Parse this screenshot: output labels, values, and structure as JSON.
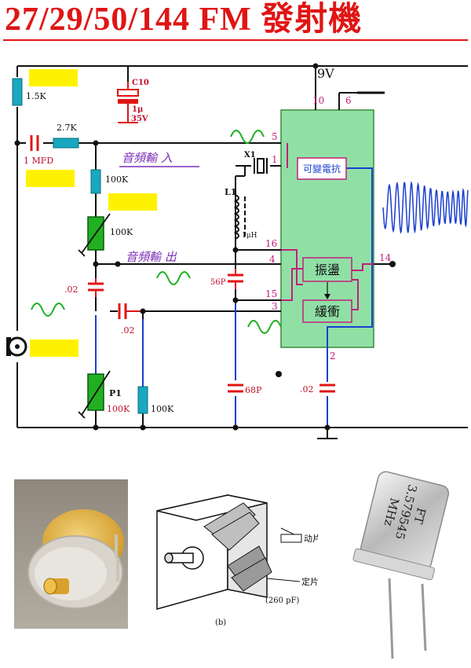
{
  "title": "27/29/50/144 FM 發射機",
  "supply": {
    "voltage": "9V"
  },
  "ic_pins": {
    "p10": "10",
    "p6": "6",
    "p5": "5",
    "p1": "1",
    "p16": "16",
    "p4": "4",
    "p15": "15",
    "p3": "3",
    "p14": "14",
    "p2": "2"
  },
  "ic_blocks": {
    "varactor": "可變電抗",
    "oscillator": "振盪",
    "buffer": "緩衝"
  },
  "labels": {
    "audio_in": "音頻輸 入",
    "audio_out": "音頻輸 出"
  },
  "components": {
    "r_top": "1.5K",
    "c10_name": "C10",
    "c10_value_1": "1μ",
    "c10_value_2": "35V",
    "c_input": "1 MFD",
    "r_input": "2.7K",
    "r_100k_1": "100K",
    "pot_100k": "100K",
    "c_02_left": ".02",
    "c_02_mid": ".02",
    "p1_name": "P1",
    "p1_value": "100K",
    "r_100k_2": "100K",
    "x1": "X1",
    "l1": "L1",
    "l1_value": "1μH",
    "c_56p": "56P",
    "c_68p": "68P",
    "c_02_out": ".02"
  },
  "photos": {
    "variable_capacitor": {
      "moving_plate": "动片",
      "fixed_plate": "定片",
      "capacitance": "(260 pF)",
      "caption": "(b)"
    },
    "crystal": {
      "line1": "FT",
      "line2": "3.579545",
      "line3": "MHz"
    }
  },
  "colors": {
    "title": "#e01515",
    "wire": "#111111",
    "ic_fill": "#90e0a6",
    "ic_label": "#3a8a3a",
    "capacitor": "#e01515",
    "resistor": "#19a8bf",
    "blue_wire": "#1a3fd0",
    "magenta_wire": "#c0207a",
    "label_blue": "#7a2fb8",
    "label_red": "#c0102a",
    "wave_green": "#21b021",
    "highlight": "#fff200",
    "rf_wave": "#1a3fd0"
  }
}
